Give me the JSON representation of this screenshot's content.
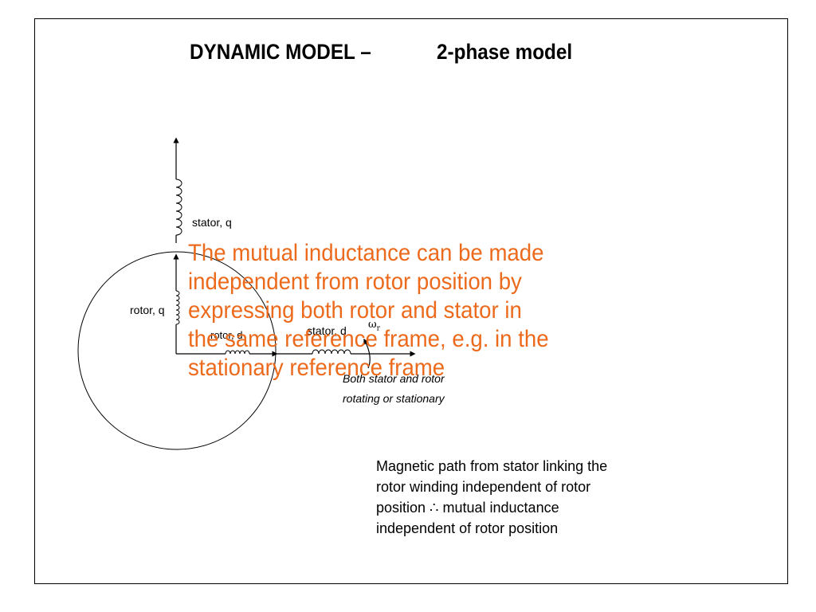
{
  "title": {
    "left": "DYNAMIC MODEL –",
    "right": "2-phase model"
  },
  "labels": {
    "stator_q": "stator, q",
    "rotor_q": "rotor, q",
    "rotor_d": "rotor, d",
    "stator_d": "stator, d",
    "omega": "ω",
    "omega_sub": "r",
    "rotating_note_line1": "Both stator and rotor",
    "rotating_note_line2": "rotating or stationary"
  },
  "overlay": {
    "color": "#ec6a1c",
    "lines": [
      "The mutual inductance can be made",
      "independent from rotor position by",
      "expressing both rotor and stator in",
      "the same reference frame, e.g. in the",
      "stationary reference frame"
    ]
  },
  "caption": {
    "lines": [
      "Magnetic path from stator linking the",
      "rotor winding independent of rotor",
      "position ∴ mutual inductance",
      "independent of rotor position"
    ]
  }
}
